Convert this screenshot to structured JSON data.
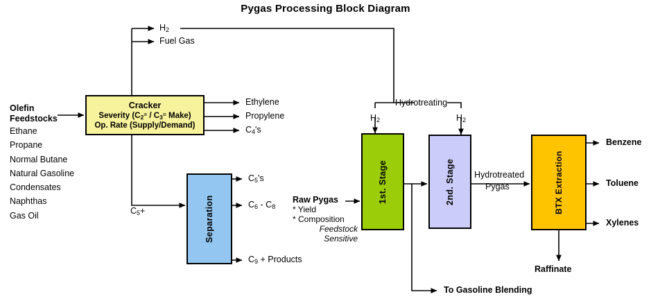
{
  "title": "Pygas Processing Block Diagram",
  "feedstocks": {
    "heading_line1": "Olefin",
    "heading_line2": "Feedstocks",
    "items": [
      "Ethane",
      "Propane",
      "Normal Butane",
      "Natural Gasoline",
      "Condensates",
      "Naphthas",
      "Gas Oil"
    ]
  },
  "blocks": {
    "cracker": {
      "title": "Cracker",
      "line2_a": "Severity (C",
      "line2_sub1": "2",
      "line2_sup1": "=",
      "line2_b": " / C",
      "line2_sub2": "3",
      "line2_sup2": "=",
      "line2_c": " Make)",
      "line3": "Op. Rate (Supply/Demand)",
      "color": "#F7F29C"
    },
    "separation": {
      "title": "Separation",
      "color": "#93C6F0"
    },
    "stage1": {
      "title": "1st. Stage",
      "color": "#9BCD08"
    },
    "stage2": {
      "title": "2nd. Stage",
      "color": "#CCCCFA"
    },
    "btx": {
      "title": "BTX Extraction",
      "color": "#FFC400"
    }
  },
  "streams": {
    "h2_top": "H",
    "h2_top_sub": "2",
    "fuel_gas": "Fuel Gas",
    "ethylene": "Ethylene",
    "propylene": "Propylene",
    "c4s_a": "C",
    "c4s_sub": "4",
    "c4s_b": "'s",
    "c5plus_a": "C",
    "c5plus_sub": "5",
    "c5plus_b": "+",
    "c5s_a": "C",
    "c5s_sub": "5",
    "c5s_b": "'s",
    "c6c8_a": "C",
    "c6c8_sub1": "6",
    "c6c8_mid": " - C",
    "c6c8_sub2": "8",
    "c9_a": "C",
    "c9_sub": "9",
    "c9_b": " + Products",
    "hydrotreating": "Hydrotreating",
    "h2_left": "H",
    "h2_left_sub": "2",
    "h2_right": "H",
    "h2_right_sub": "2",
    "hydrotreated_l1": "Hydrotreated",
    "hydrotreated_l2": "Pygas",
    "to_gasoline": "To Gasoline Blending",
    "benzene": "Benzene",
    "toluene": "Toluene",
    "xylenes": "Xylenes",
    "raffinate": "Raffinate"
  },
  "raw_pygas": {
    "title": "Raw Pygas",
    "bullet1": "* Yield",
    "bullet2": "* Composition",
    "note1": "Feedstock",
    "note2": "Sensitive"
  },
  "colors": {
    "line": "#000000",
    "background": "#FFFFFF"
  }
}
